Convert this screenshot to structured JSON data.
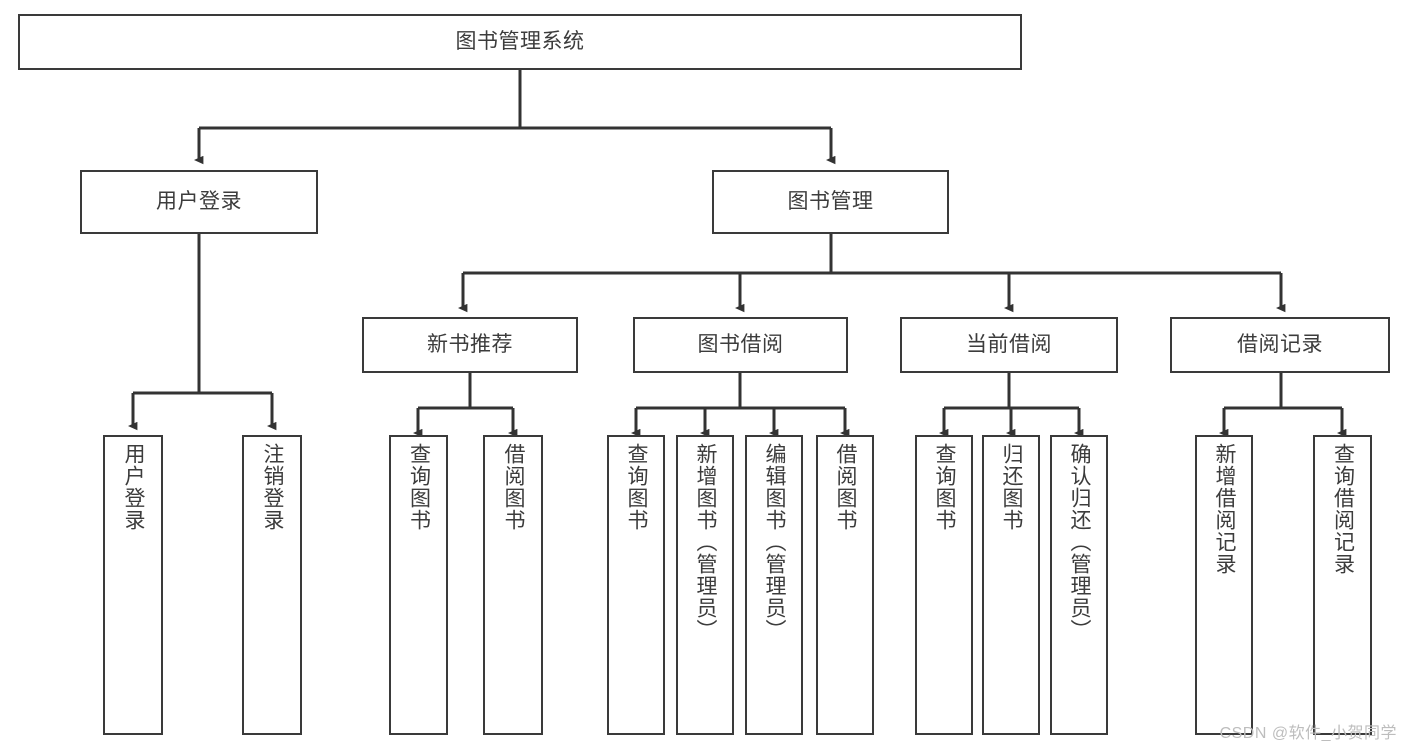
{
  "diagram": {
    "title": "图书管理系统",
    "type": "tree",
    "watermark": "CSDN @软件_小贺同学",
    "colors": {
      "background": "#ffffff",
      "box_border": "#3a3a3a",
      "box_fill": "#ffffff",
      "text": "#3c3c3c",
      "connector": "#333333",
      "watermark": "#bdbdbd"
    },
    "nodes": {
      "root": {
        "label": "图书管理系统"
      },
      "level2": [
        {
          "label": "用户登录"
        },
        {
          "label": "图书管理"
        }
      ],
      "level3": [
        {
          "label": "新书推荐"
        },
        {
          "label": "图书借阅"
        },
        {
          "label": "当前借阅"
        },
        {
          "label": "借阅记录"
        }
      ],
      "leaves": {
        "user_login": [
          {
            "label": "用户登录"
          },
          {
            "label": "注销登录"
          }
        ],
        "new_book_recommend": [
          {
            "label": "查询图书"
          },
          {
            "label": "借阅图书"
          }
        ],
        "book_borrow": [
          {
            "label": "查询图书"
          },
          {
            "label": "新增图书（管理员）"
          },
          {
            "label": "编辑图书（管理员）"
          },
          {
            "label": "借阅图书"
          }
        ],
        "current_borrow": [
          {
            "label": "查询图书"
          },
          {
            "label": "归还图书"
          },
          {
            "label": "确认归还（管理员）"
          }
        ],
        "borrow_records": [
          {
            "label": "新增借阅记录"
          },
          {
            "label": "查询借阅记录"
          }
        ]
      }
    }
  }
}
